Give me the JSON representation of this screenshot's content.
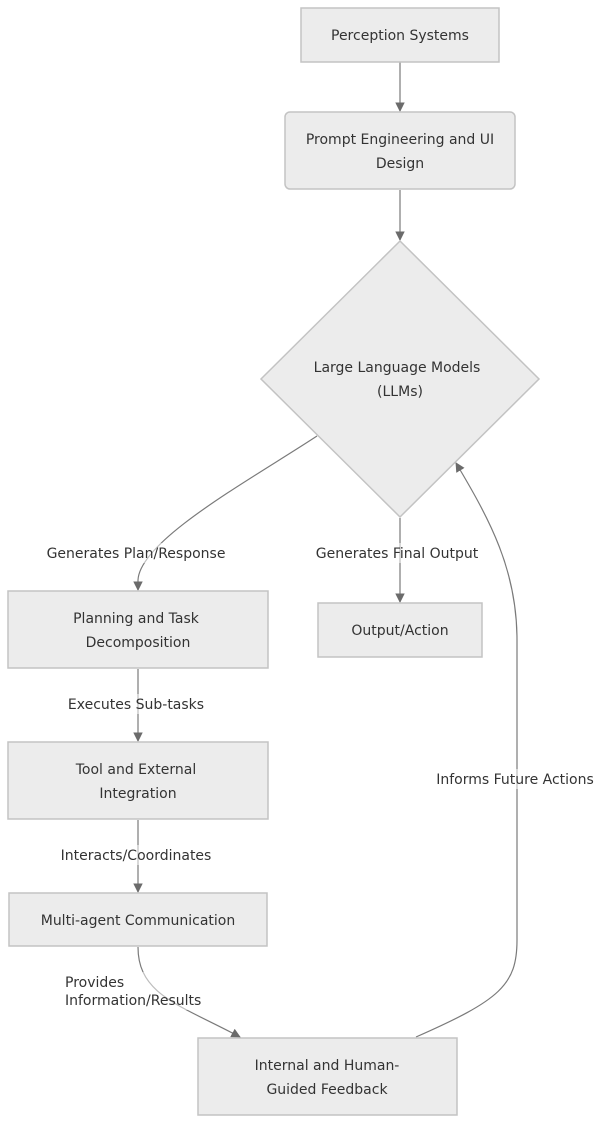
{
  "diagram": {
    "type": "flowchart",
    "direction": "top-down",
    "colors": {
      "node_fill": "#ececec",
      "node_stroke": "#c3c3c3",
      "edge": "#7a7a7a",
      "text": "#333333"
    },
    "nodes": [
      {
        "id": "perception",
        "shape": "rect",
        "lines": [
          "Perception Systems"
        ]
      },
      {
        "id": "prompt",
        "shape": "rounded-rect",
        "lines": [
          "Prompt Engineering and UI",
          "Design"
        ]
      },
      {
        "id": "llm",
        "shape": "diamond",
        "lines": [
          "Large Language Models",
          "(LLMs)"
        ]
      },
      {
        "id": "planning",
        "shape": "rect",
        "lines": [
          "Planning and Task",
          "Decomposition"
        ]
      },
      {
        "id": "output",
        "shape": "rect",
        "lines": [
          "Output/Action"
        ]
      },
      {
        "id": "tool",
        "shape": "rect",
        "lines": [
          "Tool and External",
          "Integration"
        ]
      },
      {
        "id": "multiagent",
        "shape": "rect",
        "lines": [
          "Multi-agent Communication"
        ]
      },
      {
        "id": "feedback",
        "shape": "rect",
        "lines": [
          "Internal and Human-",
          "Guided Feedback"
        ]
      }
    ],
    "edges": [
      {
        "from": "perception",
        "to": "prompt",
        "label": []
      },
      {
        "from": "prompt",
        "to": "llm",
        "label": []
      },
      {
        "from": "llm",
        "to": "planning",
        "label": [
          "Generates Plan/Response"
        ]
      },
      {
        "from": "llm",
        "to": "output",
        "label": [
          "Generates Final Output"
        ]
      },
      {
        "from": "planning",
        "to": "tool",
        "label": [
          "Executes Sub-tasks"
        ]
      },
      {
        "from": "tool",
        "to": "multiagent",
        "label": [
          "Interacts/Coordinates"
        ]
      },
      {
        "from": "multiagent",
        "to": "feedback",
        "label": [
          "Provides",
          "Information/Results"
        ]
      },
      {
        "from": "feedback",
        "to": "llm",
        "label": [
          "Informs Future Actions"
        ]
      }
    ]
  }
}
